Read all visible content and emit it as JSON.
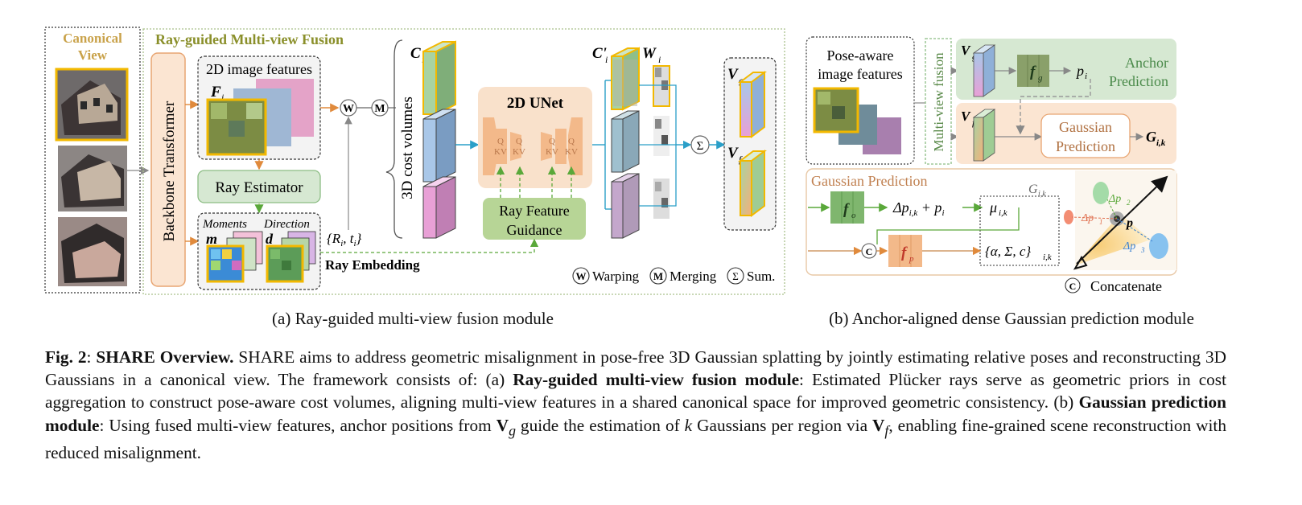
{
  "figure": {
    "canonical_view_label": [
      "Canonical",
      "View"
    ],
    "fusion_title": "Ray-guided Multi-view Fusion",
    "backbone_label": "Backbone Transformer",
    "image_features_title": "2D image features",
    "feature_symbol": "F",
    "feature_sub": "i",
    "ray_estimator_label": "Ray Estimator",
    "moments_label": "Moments",
    "direction_label": "Direction",
    "moments_symbol": "m",
    "direction_symbol": "d",
    "pose_label": "{R",
    "pose_label_rest": "i",
    "pose_t": ", t",
    "ray_embedding_label": "Ray Embedding",
    "warp_letter": "W",
    "merge_letter": "M",
    "sum_symbol": "Σ",
    "cost_volumes_label": "3D cost volumes",
    "ci_label": "C",
    "unet_label": "2D UNet",
    "qkv_q": "Q",
    "qkv_kv": "KV",
    "ray_feature_guidance": [
      "Ray Feature",
      "Guidance"
    ],
    "c_prime_label": "C'",
    "w_label": "W",
    "vg_label": "V",
    "vf_label": "V",
    "legend_warping": "Warping",
    "legend_merging": "Merging",
    "legend_sum": "Sum.",
    "pose_aware_label": [
      "Pose-aware",
      "image features"
    ],
    "multiview_fusion_label": "Multi-view fusion",
    "fg_label": "f",
    "pi_label": "p",
    "anchor_prediction": [
      "Anchor",
      "Prediction"
    ],
    "gaussian_prediction_box": [
      "Gaussian",
      "Prediction"
    ],
    "gik_label": "G",
    "gaussian_prediction_title": "Gaussian Prediction",
    "fo_label": "f",
    "fp_label": "f",
    "delta_eq": "Δp",
    "mu_label": "μ",
    "params_label": "{α, Σ, c}",
    "c_letter": "C",
    "concatenate_label": "Concatenate",
    "p_label": "p",
    "dp1": "Δp",
    "dp2": "Δp",
    "dp3": "Δp",
    "colors": {
      "olive": "#8a8f2a",
      "orange_box": "#f6dcc3",
      "green_box": "#d6e8d2",
      "gold": "#f2b800",
      "pink": "#e8a0d6",
      "blue": "#a9c7e8",
      "green_cube": "#a8d3a2"
    }
  },
  "subcaption_a": "(a) Ray-guided multi-view fusion module",
  "subcaption_b": "(b) Anchor-aligned dense Gaussian prediction module",
  "caption": {
    "fig_label": "Fig. 2",
    "title": "SHARE Overview.",
    "text1": " SHARE aims to address geometric misalignment in pose-free 3D Gaussian splatting by jointly estimating relative poses and reconstructing 3D Gaussians in a canonical view. The framework consists of: (a) ",
    "bold1": "Ray-guided multi-view fusion module",
    "text2": ": Estimated Plücker rays serve as geometric priors in cost aggregation to construct pose-aware cost volumes, aligning multi-view features in a shared canonical space for improved geometric consistency. (b) ",
    "bold2": "Gaussian prediction module",
    "text3": ": Using fused multi-view features, anchor positions from ",
    "vg": "V",
    "vg_sub": "g",
    "text4": " guide the estimation of ",
    "k": "k",
    "text5": " Gaussians per region via ",
    "vf": "V",
    "vf_sub": "f",
    "text6": ", enabling fine-grained scene reconstruction with reduced misalignment."
  }
}
